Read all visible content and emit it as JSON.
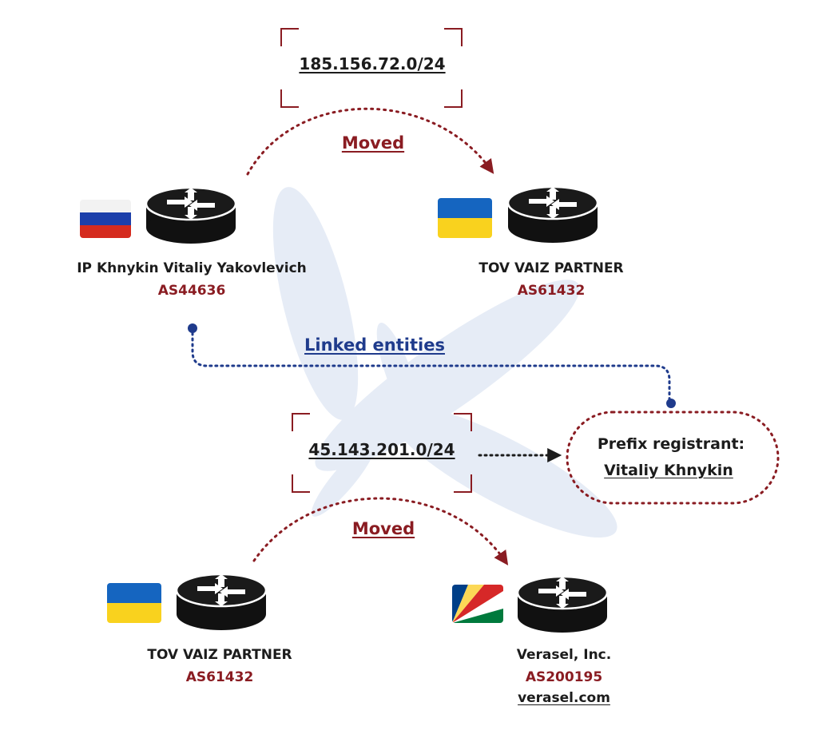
{
  "diagram": {
    "top": {
      "prefix": "185.156.72.0/24",
      "moved_label": "Moved",
      "source": {
        "name": "IP Khnykin Vitaliy Yakovlevich",
        "asn": "AS44636",
        "flag": "russia-flag"
      },
      "target": {
        "name": "TOV VAIZ PARTNER",
        "asn": "AS61432",
        "flag": "ukraine-flag"
      }
    },
    "linked_label": "Linked entities",
    "registrant": {
      "line1": "Prefix registrant:",
      "line2": "Vitaliy Khnykin"
    },
    "bottom": {
      "prefix": "45.143.201.0/24",
      "moved_label": "Moved",
      "source": {
        "name": "TOV VAIZ PARTNER",
        "asn": "AS61432",
        "flag": "ukraine-flag"
      },
      "target": {
        "name": "Verasel, Inc.",
        "asn": "AS200195",
        "website": "verasel.com",
        "flag": "seychelles-flag"
      }
    },
    "colors": {
      "accent_red": "#8a1c22",
      "link_blue": "#1f3b8c",
      "text_dark": "#1c1c1c",
      "watermark": "#e6ecf6"
    },
    "icons": [
      "router-icon",
      "russia-flag",
      "ukraine-flag",
      "seychelles-flag"
    ]
  }
}
